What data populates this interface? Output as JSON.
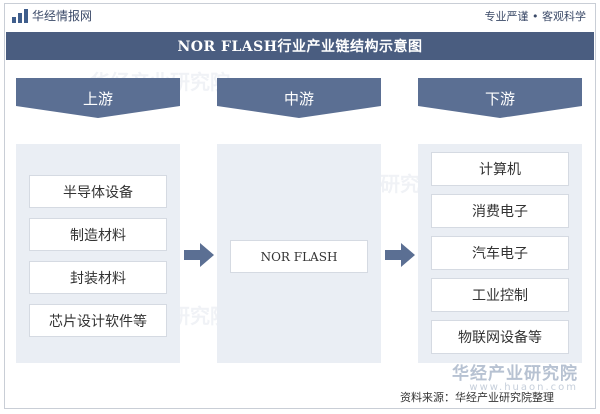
{
  "header": {
    "logo_text": "华经情报网",
    "slogan": "专业严谨 • 客观科学",
    "title": "NOR FLASH行业产业链结构示意图"
  },
  "columns": {
    "upstream": {
      "label": "上游",
      "items": [
        "半导体设备",
        "制造材料",
        "封装材料",
        "芯片设计软件等"
      ]
    },
    "midstream": {
      "label": "中游",
      "items": [
        "NOR FLASH"
      ]
    },
    "downstream": {
      "label": "下游",
      "items": [
        "计算机",
        "消费电子",
        "汽车电子",
        "工业控制",
        "物联网设备等"
      ]
    }
  },
  "footer": {
    "brand_cn": "华经产业研究院",
    "brand_url": "www.huaon.com",
    "source": "资料来源：华经产业研究院整理"
  },
  "colors": {
    "title_band": "#4a5d80",
    "column_header": "#5b6f93",
    "panel_bg": "#eaeef4",
    "arrow": "#5b6f93"
  }
}
